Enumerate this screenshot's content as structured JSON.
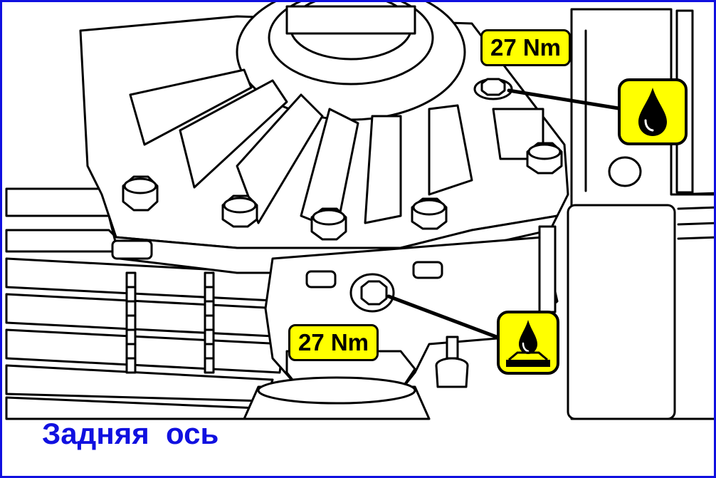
{
  "diagram": {
    "caption": "Задняя  ось",
    "torque_labels": {
      "top": "27 Nm",
      "bottom": "27 Nm"
    },
    "icons": {
      "fill_plug": "oil-drop-icon",
      "drain_plug": "oil-drain-icon"
    },
    "colors": {
      "frame": "#1010e0",
      "label_bg": "#ffff00",
      "caption": "#1010e0"
    }
  }
}
